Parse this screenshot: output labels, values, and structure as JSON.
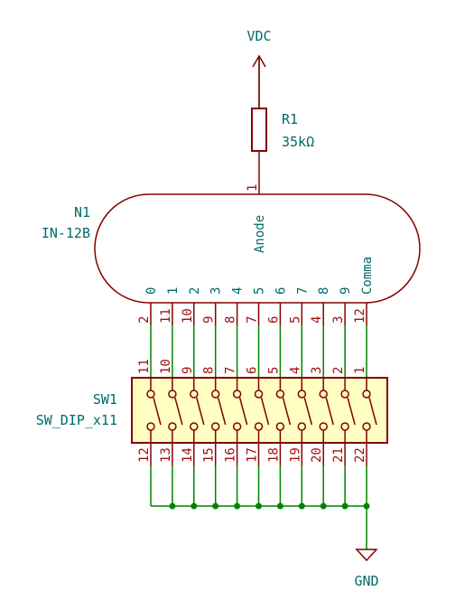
{
  "power": {
    "vdc": "VDC",
    "gnd": "GND"
  },
  "resistor": {
    "ref": "R1",
    "value": "35kΩ",
    "pin": "1"
  },
  "tube": {
    "ref": "N1",
    "value": "IN-12B",
    "anode_label": "Anode",
    "segments": [
      "0",
      "1",
      "2",
      "3",
      "4",
      "5",
      "6",
      "7",
      "8",
      "9",
      "Comma"
    ],
    "pins": [
      "2",
      "11",
      "10",
      "9",
      "8",
      "7",
      "6",
      "5",
      "4",
      "3",
      "12"
    ]
  },
  "switch": {
    "ref": "SW1",
    "value": "SW_DIP_x11",
    "top_pins": [
      "11",
      "10",
      "9",
      "8",
      "7",
      "6",
      "5",
      "4",
      "3",
      "2",
      "1"
    ],
    "bottom_pins": [
      "12",
      "13",
      "14",
      "15",
      "16",
      "17",
      "18",
      "19",
      "20",
      "21",
      "22"
    ]
  },
  "colors": {
    "wire": "#008400",
    "body": "#840000",
    "fill": "#ffffc2",
    "text": "#006a6a",
    "pin_text": "#a01010"
  }
}
